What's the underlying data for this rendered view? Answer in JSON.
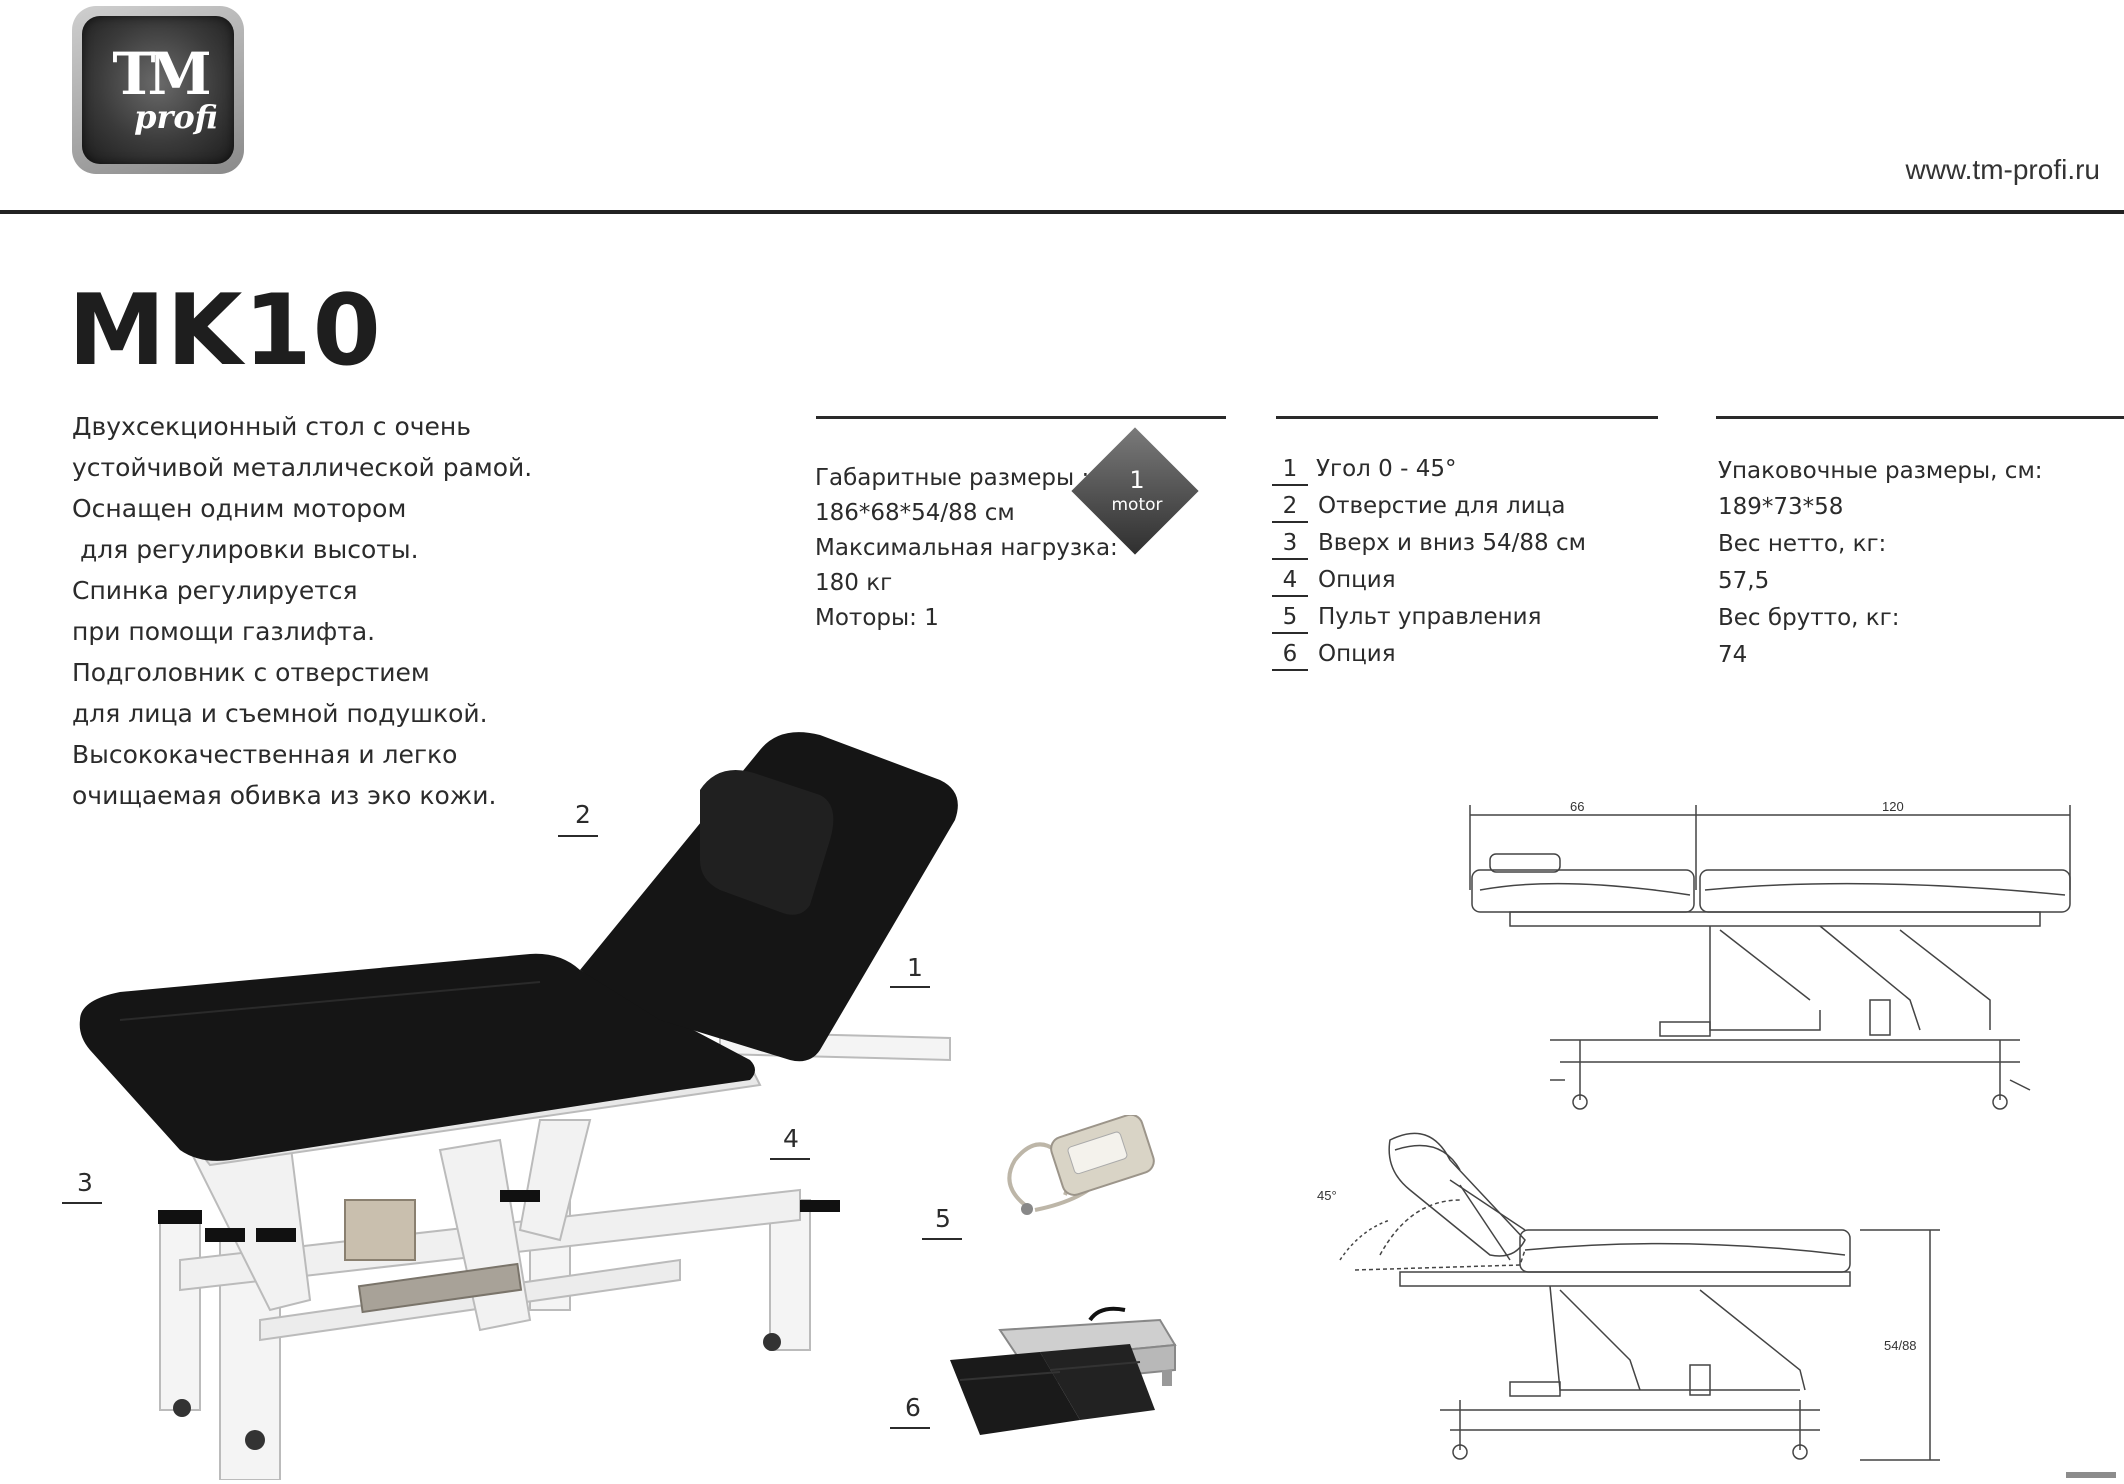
{
  "header": {
    "logo_text_main": "TM",
    "logo_text_sub": "profi",
    "website": "www.tm-profi.ru"
  },
  "product": {
    "model": "MK10",
    "description_lines": [
      "Двухсекционный стол с очень",
      "устойчивой металлической рамой.",
      "Оснащен одним мотором",
      " для регулировки высоты.",
      "Спинка регулируется",
      "при помощи газлифта.",
      "Подголовник с отверстием",
      "для лица и съемной подушкой.",
      "Высококачественная и легко",
      "очищаемая обивка из эко кожи."
    ]
  },
  "specs": {
    "lines": [
      "Габаритные размеры :",
      "186*68*54/88 см",
      "Максимальная нагрузка:",
      "180 кг",
      "Моторы: 1"
    ],
    "motor_badge": {
      "number": "1",
      "label": "motor"
    }
  },
  "features": [
    {
      "num": "1",
      "text": "Угол 0 - 45°"
    },
    {
      "num": "2",
      "text": "Отверстие для лица"
    },
    {
      "num": "3",
      "text": "Вверх и вниз 54/88 см"
    },
    {
      "num": "4",
      "text": "Опция"
    },
    {
      "num": "5",
      "text": "Пульт управления"
    },
    {
      "num": "6",
      "text": "Опция"
    }
  ],
  "packaging": {
    "lines": [
      "Упаковочные размеры, см:",
      "189*73*58",
      "Вес нетто, кг:",
      "57,5",
      "Вес брутто, кг:",
      "74"
    ]
  },
  "callouts": [
    "1",
    "2",
    "3",
    "4",
    "5",
    "6"
  ],
  "drawing_dims": {
    "head_length": "66",
    "body_length": "120",
    "angle": "45°",
    "height": "54/88"
  },
  "colors": {
    "upholstery": "#141414",
    "frame": "#f2f2f2",
    "rule": "#222222",
    "badge": "#4a4a4a"
  },
  "icons": [
    "logo-badge",
    "motor-badge-diamond",
    "remote-control-image",
    "foot-pedal-image",
    "massage-table-photo",
    "technical-drawing"
  ]
}
